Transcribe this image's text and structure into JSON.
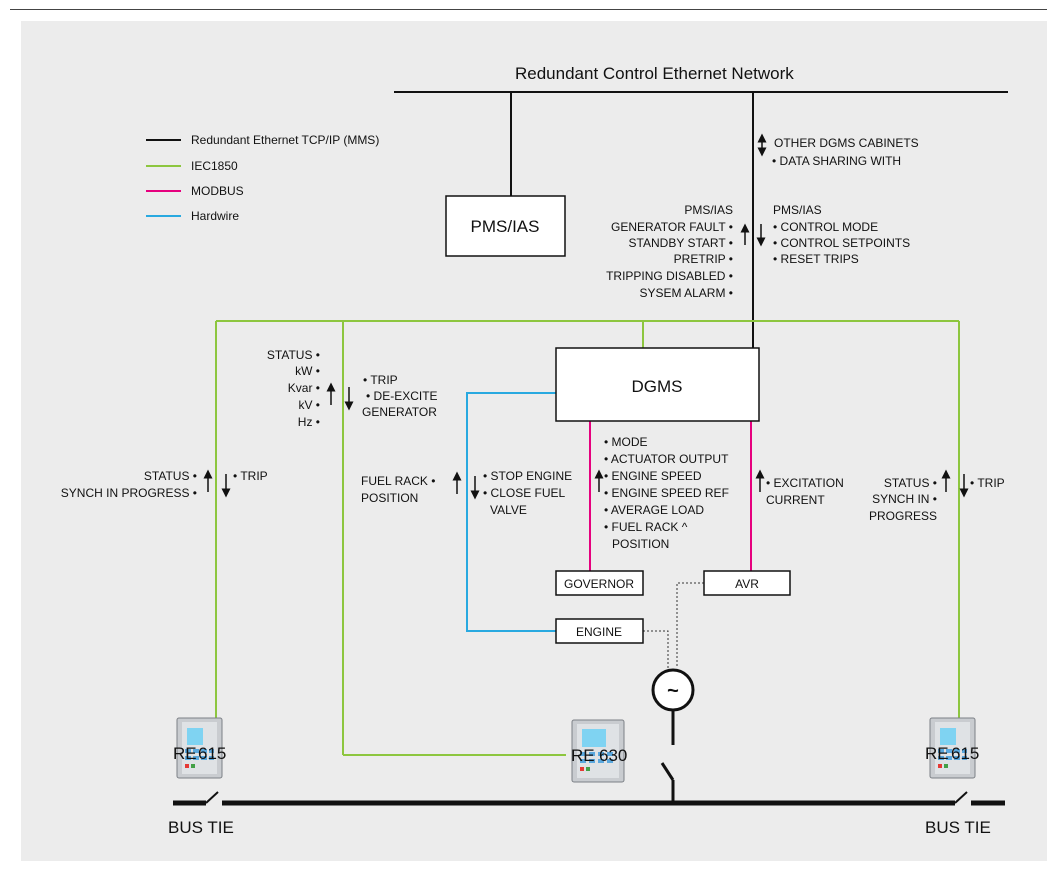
{
  "network": {
    "title": "Redundant Control Ethernet Network"
  },
  "legend": [
    {
      "label": "Redundant Ethernet TCP/IP (MMS)",
      "color": "#111111"
    },
    {
      "label": "IEC1850",
      "color": "#8dc63f"
    },
    {
      "label": "MODBUS",
      "color": "#e6007e"
    },
    {
      "label": "Hardwire",
      "color": "#29a9e0"
    }
  ],
  "blocks": {
    "pms": "PMS/IAS",
    "dgms": "DGMS",
    "governor": "GOVERNOR",
    "avr": "AVR",
    "engine": "ENGINE",
    "generator_symbol": "~"
  },
  "relays": [
    {
      "prefix": "RE",
      "model": "615",
      "switch_label": "BUS TIE"
    },
    {
      "prefix": "RE",
      "model": "630"
    },
    {
      "prefix": "RE",
      "model": "615",
      "switch_label": "BUS TIE"
    }
  ],
  "signals": {
    "cabinets": [
      "OTHER DGMS CABINETS",
      "• DATA SHARING WITH"
    ],
    "to_pms_heading": "PMS/IAS",
    "to_pms": [
      "GENERATOR FAULT •",
      "STANDBY START •",
      "PRETRIP •",
      "TRIPPING DISABLED •",
      "SYSEM ALARM •"
    ],
    "from_pms_heading": "PMS/IAS",
    "from_pms": [
      "• CONTROL MODE",
      "• CONTROL SETPOINTS",
      "• RESET TRIPS"
    ],
    "gen_measure": [
      "STATUS •",
      "kW •",
      "Kvar •",
      "kV •",
      "Hz •"
    ],
    "gen_commands": [
      "• TRIP",
      "• DE-EXCITE",
      "GENERATOR"
    ],
    "left_status": [
      "STATUS •",
      "SYNCH IN PROGRESS •"
    ],
    "left_trip": "• TRIP",
    "fuel_rack": [
      "FUEL RACK •",
      "POSITION"
    ],
    "engine_commands": [
      "• STOP ENGINE",
      "• CLOSE FUEL",
      "VALVE"
    ],
    "governor_data": [
      "• MODE",
      "• ACTUATOR OUTPUT",
      "• ENGINE SPEED",
      "• ENGINE SPEED REF",
      "• AVERAGE LOAD",
      "• FUEL RACK ^",
      "POSITION"
    ],
    "excitation": [
      "• EXCITATION",
      "CURRENT"
    ],
    "right_status": [
      "STATUS •",
      "SYNCH IN •",
      "PROGRESS"
    ],
    "right_trip": "• TRIP"
  }
}
